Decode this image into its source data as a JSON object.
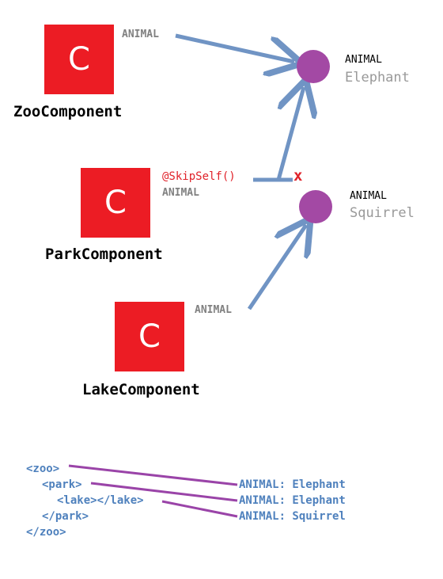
{
  "components": {
    "zoo": {
      "icon": "C",
      "name": "ZooComponent",
      "token": "ANIMAL"
    },
    "park": {
      "icon": "C",
      "name": "ParkComponent",
      "decorator": "@SkipSelf()",
      "token": "ANIMAL"
    },
    "lake": {
      "icon": "C",
      "name": "LakeComponent",
      "token": "ANIMAL"
    }
  },
  "providers": {
    "top": {
      "token": "ANIMAL",
      "value": "Elephant"
    },
    "bottom": {
      "token": "ANIMAL",
      "value": "Squirrel"
    }
  },
  "blocked_marker": "x",
  "template_code": [
    "<zoo>",
    "<park>",
    "<lake></lake>",
    "</park>",
    "</zoo>"
  ],
  "resolutions": [
    "ANIMAL: Elephant",
    "ANIMAL: Elephant",
    "ANIMAL: Squirrel"
  ],
  "colors": {
    "component": "#ec1c24",
    "provider_node": "#a349a4",
    "arrow": "#7094c4",
    "code": "#4f81bd",
    "connector": "#9a44a8",
    "skipself": "#e0222a"
  }
}
